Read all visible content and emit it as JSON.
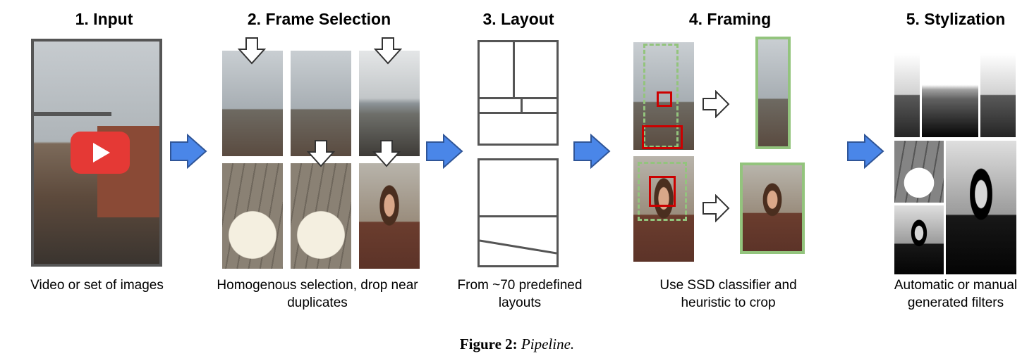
{
  "stages": [
    {
      "title": "1. Input",
      "caption": "Video or set of images"
    },
    {
      "title": "2. Frame Selection",
      "caption": "Homogenous selection, drop near duplicates"
    },
    {
      "title": "3. Layout",
      "caption": "From ~70 predefined layouts"
    },
    {
      "title": "4. Framing",
      "caption": "Use SSD classifier and heuristic to crop"
    },
    {
      "title": "5. Stylization",
      "caption": "Automatic or manual generated filters"
    }
  ],
  "figure": {
    "label": "Figure 2:",
    "title": "Pipeline."
  },
  "icons": {
    "play": "play-icon",
    "arrow": "right-arrow-icon"
  },
  "colors": {
    "arrow_blue": "#4a86e8",
    "play_red": "#e53935",
    "keep_green": "#93c47d",
    "detect_red": "#cc0000"
  }
}
